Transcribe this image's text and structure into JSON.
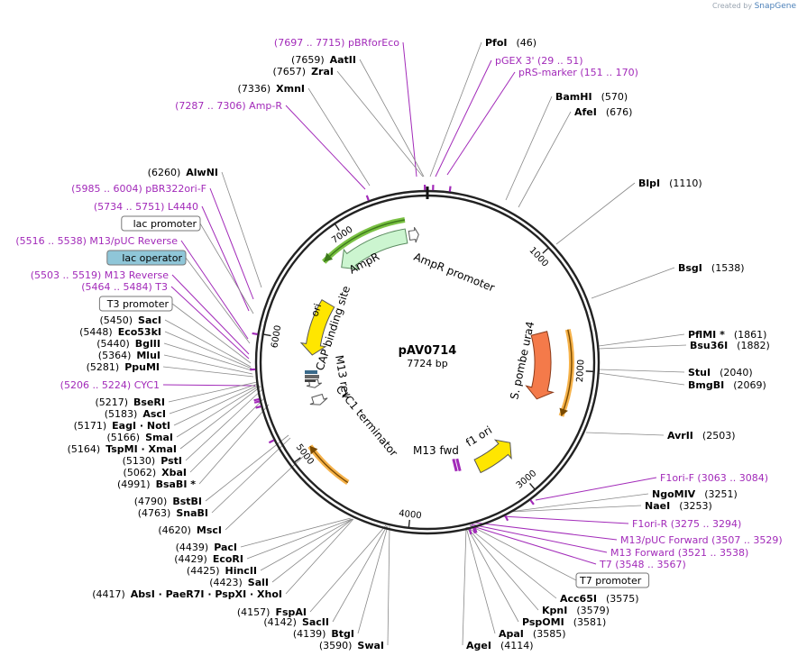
{
  "credit": {
    "prefix": "Created by",
    "brand": "SnapGene"
  },
  "plasmid": {
    "name": "pAV0714",
    "size": "7724 bp"
  },
  "ticks": [
    "1000",
    "2000",
    "3000",
    "4000",
    "5000",
    "6000",
    "7000"
  ],
  "features": {
    "ampr": "AmpR",
    "ampr_promoter": "AmpR promoter",
    "ori": "ori",
    "cap": "CAP binding site",
    "m13rev": "M13 rev",
    "cyc1": "CYC1 terminator",
    "ura4": "S. pombe ura4",
    "f1ori": "f1 ori",
    "m13fwd": "M13 fwd"
  },
  "labels": [
    {
      "kind": "primer",
      "text": "(7697 .. 7715)  pBRforEco"
    },
    {
      "kind": "enzyme",
      "pos": "(46)",
      "name": "PfoI"
    },
    {
      "kind": "enzyme",
      "pos": "(7659)",
      "name": "AatII"
    },
    {
      "kind": "primer",
      "text": "pGEX 3'     (29 .. 51)"
    },
    {
      "kind": "enzyme",
      "pos": "(7657)",
      "name": "ZraI"
    },
    {
      "kind": "primer",
      "text": "pRS-marker     (151 .. 170)"
    },
    {
      "kind": "enzyme",
      "pos": "(7336)",
      "name": "XmnI"
    },
    {
      "kind": "enzyme",
      "pos": "(570)",
      "name": "BamHI"
    },
    {
      "kind": "primer",
      "text": "(7287 .. 7306)  Amp-R"
    },
    {
      "kind": "enzyme",
      "pos": "(676)",
      "name": "AfeI"
    },
    {
      "kind": "enzyme",
      "pos": "(6260)",
      "name": "AlwNI"
    },
    {
      "kind": "enzyme",
      "pos": "(1110)",
      "name": "BlpI"
    },
    {
      "kind": "primer",
      "text": "(5985 .. 6004)  pBR322ori-F"
    },
    {
      "kind": "primer",
      "text": "(5734 .. 5751)  L4440"
    },
    {
      "kind": "box",
      "text": "lac promoter"
    },
    {
      "kind": "primer",
      "text": "(5516 .. 5538)  M13/pUC Reverse"
    },
    {
      "kind": "box",
      "text": "lac operator"
    },
    {
      "kind": "enzyme",
      "pos": "(1538)",
      "name": "BsgI"
    },
    {
      "kind": "primer",
      "text": "(5503 .. 5519)  M13 Reverse"
    },
    {
      "kind": "primer",
      "text": "(5464 .. 5484)  T3"
    },
    {
      "kind": "box",
      "text": "T3 promoter"
    },
    {
      "kind": "enzyme",
      "pos": "(5450)",
      "name": "SacI"
    },
    {
      "kind": "enzyme",
      "pos": "(1861)",
      "name": "PflMI *"
    },
    {
      "kind": "enzyme",
      "pos": "(5448)",
      "name": "Eco53kI"
    },
    {
      "kind": "enzyme",
      "pos": "(1882)",
      "name": "Bsu36I"
    },
    {
      "kind": "enzyme",
      "pos": "(5440)",
      "name": "BglII"
    },
    {
      "kind": "enzyme",
      "pos": "(5364)",
      "name": "MluI"
    },
    {
      "kind": "enzyme",
      "pos": "(5281)",
      "name": "PpuMI"
    },
    {
      "kind": "enzyme",
      "pos": "(2040)",
      "name": "StuI"
    },
    {
      "kind": "enzyme",
      "pos": "(2069)",
      "name": "BmgBI"
    },
    {
      "kind": "primer",
      "text": "(5206 .. 5224)  CYC1"
    },
    {
      "kind": "enzyme",
      "pos": "(5217)",
      "name": "BseRI"
    },
    {
      "kind": "enzyme",
      "pos": "(5183)",
      "name": "AscI"
    },
    {
      "kind": "enzyme",
      "pos": "(2503)",
      "name": "AvrII"
    },
    {
      "kind": "enzyme",
      "pos": "(5171)",
      "name": "EagI  ·  NotI"
    },
    {
      "kind": "enzyme",
      "pos": "(5166)",
      "name": "SmaI"
    },
    {
      "kind": "enzyme",
      "pos": "(5164)",
      "name": "TspMI  ·  XmaI"
    },
    {
      "kind": "primer",
      "text": "F1ori-F     (3063 .. 3084)"
    },
    {
      "kind": "enzyme",
      "pos": "(5130)",
      "name": "PstI"
    },
    {
      "kind": "enzyme",
      "pos": "(5062)",
      "name": "XbaI"
    },
    {
      "kind": "enzyme",
      "pos": "(4991)",
      "name": "BsaBI *"
    },
    {
      "kind": "enzyme",
      "pos": "(3251)",
      "name": "NgoMIV"
    },
    {
      "kind": "enzyme",
      "pos": "(3253)",
      "name": "NaeI"
    },
    {
      "kind": "enzyme",
      "pos": "(4790)",
      "name": "BstBI"
    },
    {
      "kind": "enzyme",
      "pos": "(4763)",
      "name": "SnaBI"
    },
    {
      "kind": "primer",
      "text": "F1ori-R     (3275 .. 3294)"
    },
    {
      "kind": "enzyme",
      "pos": "(4620)",
      "name": "MscI"
    },
    {
      "kind": "primer",
      "text": "M13/pUC Forward     (3507 .. 3529)"
    },
    {
      "kind": "enzyme",
      "pos": "(4439)",
      "name": "PacI"
    },
    {
      "kind": "primer",
      "text": "M13 Forward     (3521 .. 3538)"
    },
    {
      "kind": "enzyme",
      "pos": "(4429)",
      "name": "EcoRI"
    },
    {
      "kind": "primer",
      "text": "T7     (3548 .. 3567)"
    },
    {
      "kind": "enzyme",
      "pos": "(4425)",
      "name": "HincII"
    },
    {
      "kind": "box",
      "text": "T7 promoter"
    },
    {
      "kind": "enzyme",
      "pos": "(4423)",
      "name": "SalI"
    },
    {
      "kind": "enzyme",
      "pos": "(4417)",
      "name": "AbsI  ·  PaeR7I  ·  PspXI  ·  XhoI"
    },
    {
      "kind": "enzyme",
      "pos": "(3575)",
      "name": "Acc65I"
    },
    {
      "kind": "enzyme",
      "pos": "(3579)",
      "name": "KpnI"
    },
    {
      "kind": "enzyme",
      "pos": "(4157)",
      "name": "FspAI"
    },
    {
      "kind": "enzyme",
      "pos": "(3581)",
      "name": "PspOMI"
    },
    {
      "kind": "enzyme",
      "pos": "(4142)",
      "name": "SacII"
    },
    {
      "kind": "enzyme",
      "pos": "(3585)",
      "name": "ApaI"
    },
    {
      "kind": "enzyme",
      "pos": "(4139)",
      "name": "BtgI"
    },
    {
      "kind": "enzyme",
      "pos": "(4114)",
      "name": "AgeI"
    },
    {
      "kind": "enzyme",
      "pos": "(3590)",
      "name": "SwaI"
    }
  ]
}
